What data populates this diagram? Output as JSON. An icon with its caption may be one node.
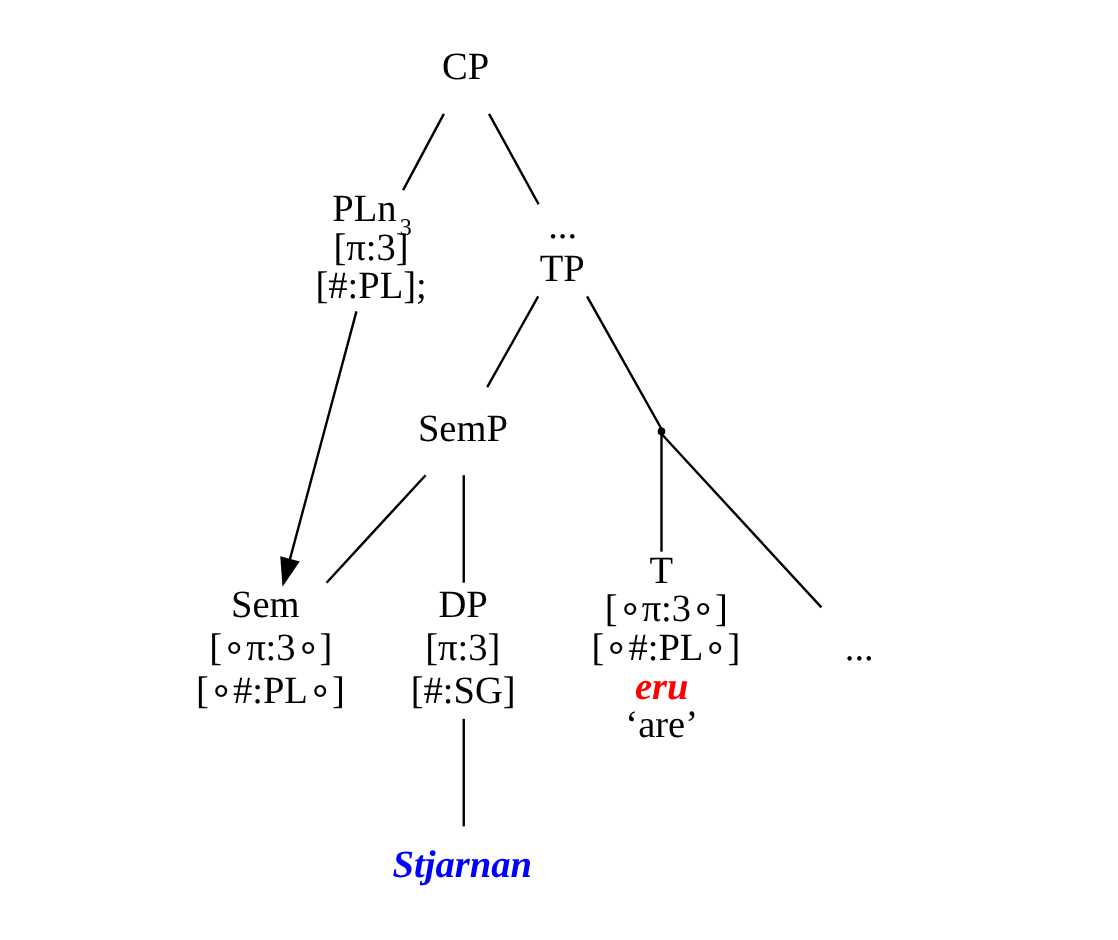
{
  "diagram": {
    "nodes": [
      {
        "text": [
          "CP"
        ]
      },
      {
        "text": [
          "PLn$_{3}$",
          "[π:3]",
          "[#:PL];"
        ]
      },
      {
        "text": [
          "...",
          "TP"
        ]
      },
      {
        "text": [
          "SemP"
        ]
      },
      {
        "text": [],
        "shape": "point"
      },
      {
        "text": [
          "T",
          "[∘π:3∘]",
          "[∘#:PL∘]",
          "eru",
          "‘are’"
        ]
      },
      {
        "text": [
          "..."
        ]
      },
      {
        "text": [
          "Sem",
          "[∘π:3∘]",
          "[∘#:PL∘]"
        ]
      },
      {
        "text": [
          "DP",
          "[π:3]",
          "[#:SG]"
        ]
      },
      {
        "text": [
          "Stjarnan"
        ]
      }
    ],
    "edges": [
      {
        "from": 0,
        "to": 1,
        "arrow": "none"
      },
      {
        "from": 0,
        "to": 2,
        "arrow": "none"
      },
      {
        "from": 2,
        "to": 3,
        "arrow": "none"
      },
      {
        "from": 2,
        "to": 4,
        "arrow": "none"
      },
      {
        "from": 4,
        "to": 5,
        "arrow": "none"
      },
      {
        "from": 4,
        "to": 6,
        "arrow": "none"
      },
      {
        "from": 3,
        "to": 7,
        "arrow": "none"
      },
      {
        "from": 3,
        "to": 8,
        "arrow": "none"
      },
      {
        "from": 8,
        "to": 9,
        "arrow": "none"
      },
      {
        "from": 1,
        "to": 7,
        "arrow": "to"
      }
    ]
  }
}
